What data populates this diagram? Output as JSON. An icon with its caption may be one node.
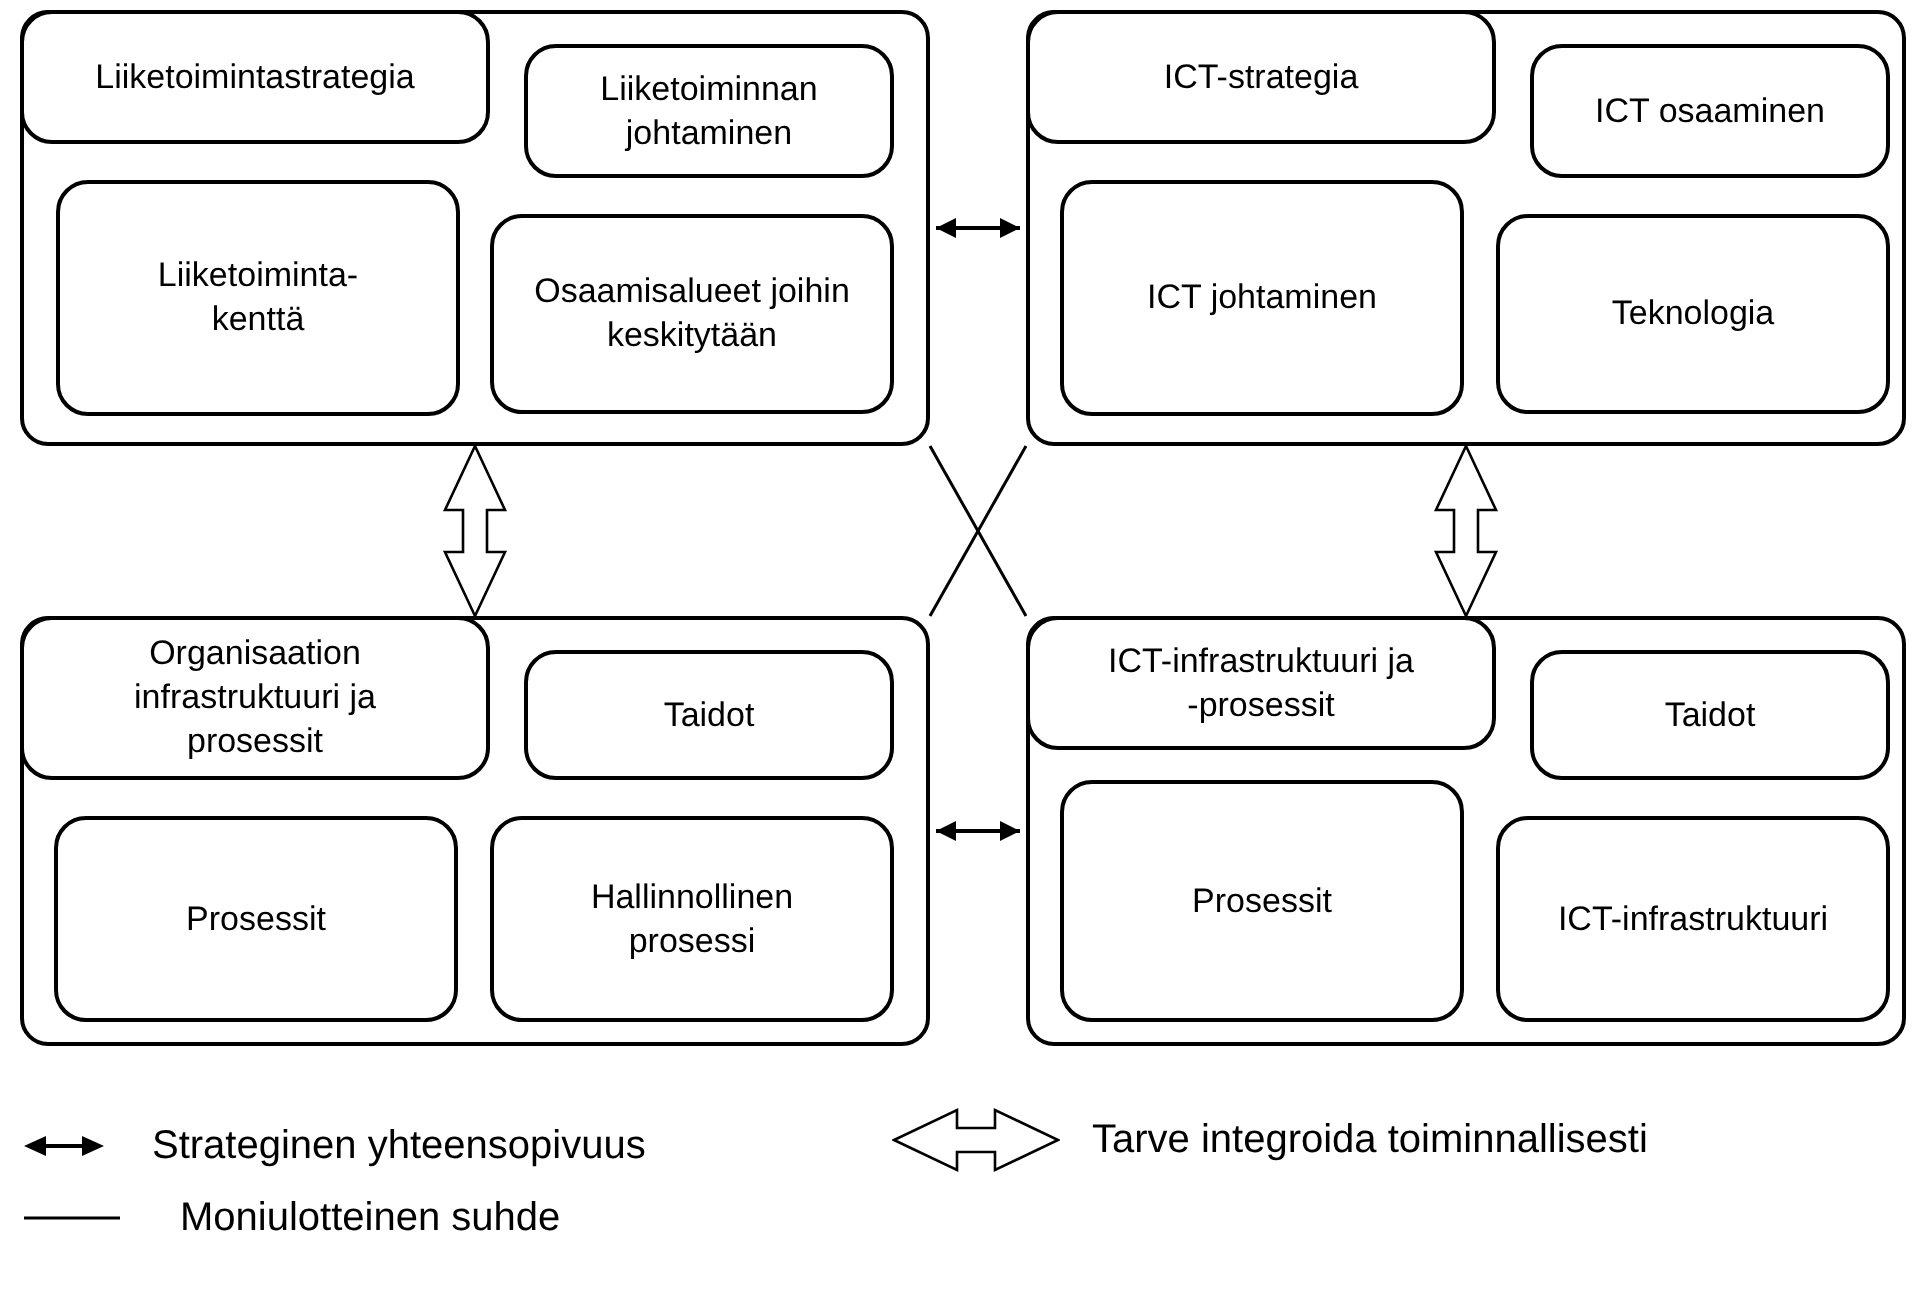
{
  "diagram": {
    "nodes": [
      {
        "text": [],
        "shape": "box"
      },
      {
        "text": [
          "Liiketoimintastrategia"
        ],
        "in": 0
      },
      {
        "text": [
          "Liiketoiminnan johtaminen"
        ],
        "in": 0
      },
      {
        "text": [
          "Liiketoiminta-kenttä"
        ],
        "in": 0
      },
      {
        "text": [
          "Osaamisalueet joihin keskitytään"
        ],
        "in": 0
      },
      {
        "text": [],
        "shape": "box"
      },
      {
        "text": [
          "ICT-strategia"
        ],
        "in": 5
      },
      {
        "text": [
          "ICT osaaminen"
        ],
        "in": 5
      },
      {
        "text": [
          "ICT johtaminen"
        ],
        "in": 5
      },
      {
        "text": [
          "Teknologia"
        ],
        "in": 5
      },
      {
        "text": [],
        "shape": "box"
      },
      {
        "text": [
          "Organisaation infrastruktuuri ja prosessit"
        ],
        "in": 10
      },
      {
        "text": [
          "Taidot"
        ],
        "in": 10
      },
      {
        "text": [
          "Prosessit"
        ],
        "in": 10
      },
      {
        "text": [
          "Hallinnollinen prosessi"
        ],
        "in": 10
      },
      {
        "text": [],
        "shape": "box"
      },
      {
        "text": [
          "ICT-infrastruktuuri ja -prosessit"
        ],
        "in": 15
      },
      {
        "text": [
          "Taidot"
        ],
        "in": 15
      },
      {
        "text": [
          "Prosessit"
        ],
        "in": 15
      },
      {
        "text": [
          "ICT-infrastruktuuri"
        ],
        "in": 15
      }
    ],
    "edges": [
      {
        "from": 0,
        "to": 5,
        "arrow": "both"
      },
      {
        "from": 10,
        "to": 15,
        "arrow": "both"
      },
      {
        "from": 0,
        "to": 10,
        "arrow": "both",
        "style": "thick"
      },
      {
        "from": 5,
        "to": 15,
        "arrow": "both",
        "style": "thick"
      },
      {
        "from": 0,
        "to": 15,
        "arrow": "none"
      },
      {
        "from": 5,
        "to": 10,
        "arrow": "none"
      }
    ],
    "legend": [
      {
        "text": "Strateginen yhteensopivuus"
      },
      {
        "text": "Tarve integroida toiminnallisesti"
      },
      {
        "text": "Moniulotteinen suhde"
      }
    ]
  }
}
